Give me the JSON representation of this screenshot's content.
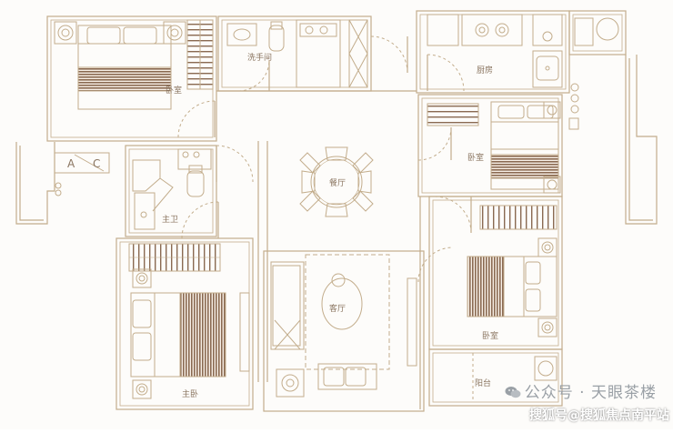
{
  "colors": {
    "wall": "#cdb899",
    "line": "#c3ad8c",
    "fill_dark": "#8a6a52",
    "background": "#fdfcfa",
    "watermark": "#9aa0a6"
  },
  "rooms": {
    "bedroom_top_left": "卧室",
    "washroom": "洗手间",
    "kitchen": "厨房",
    "bedroom_right_middle": "卧室",
    "dining": "餐厅",
    "ensuite": "主卫",
    "living": "客厅",
    "bedroom_right_lower": "卧室",
    "master_bedroom": "主卧",
    "balcony": "阳台"
  },
  "ac_unit": {
    "letter_a": "A",
    "letter_c": "C"
  },
  "watermarks": {
    "line1": "公众号 · 天眼茶楼",
    "line2": "搜狐号@搜狐焦点南平站",
    "icon": "wechat-icon"
  }
}
